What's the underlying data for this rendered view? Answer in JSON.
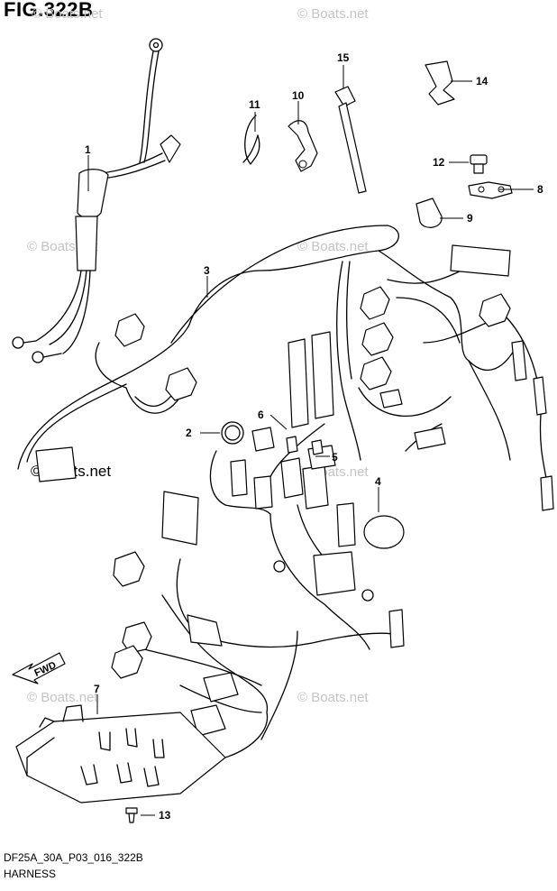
{
  "figure": {
    "title": "FIG.322B",
    "code": "DF25A_30A_P03_016_322B",
    "name": "HARNESS"
  },
  "watermark": "© Boats.net",
  "fwd_label": "FWD",
  "callouts": [
    "1",
    "2",
    "3",
    "4",
    "5",
    "6",
    "7",
    "8",
    "9",
    "10",
    "11",
    "12",
    "13",
    "14",
    "15"
  ]
}
